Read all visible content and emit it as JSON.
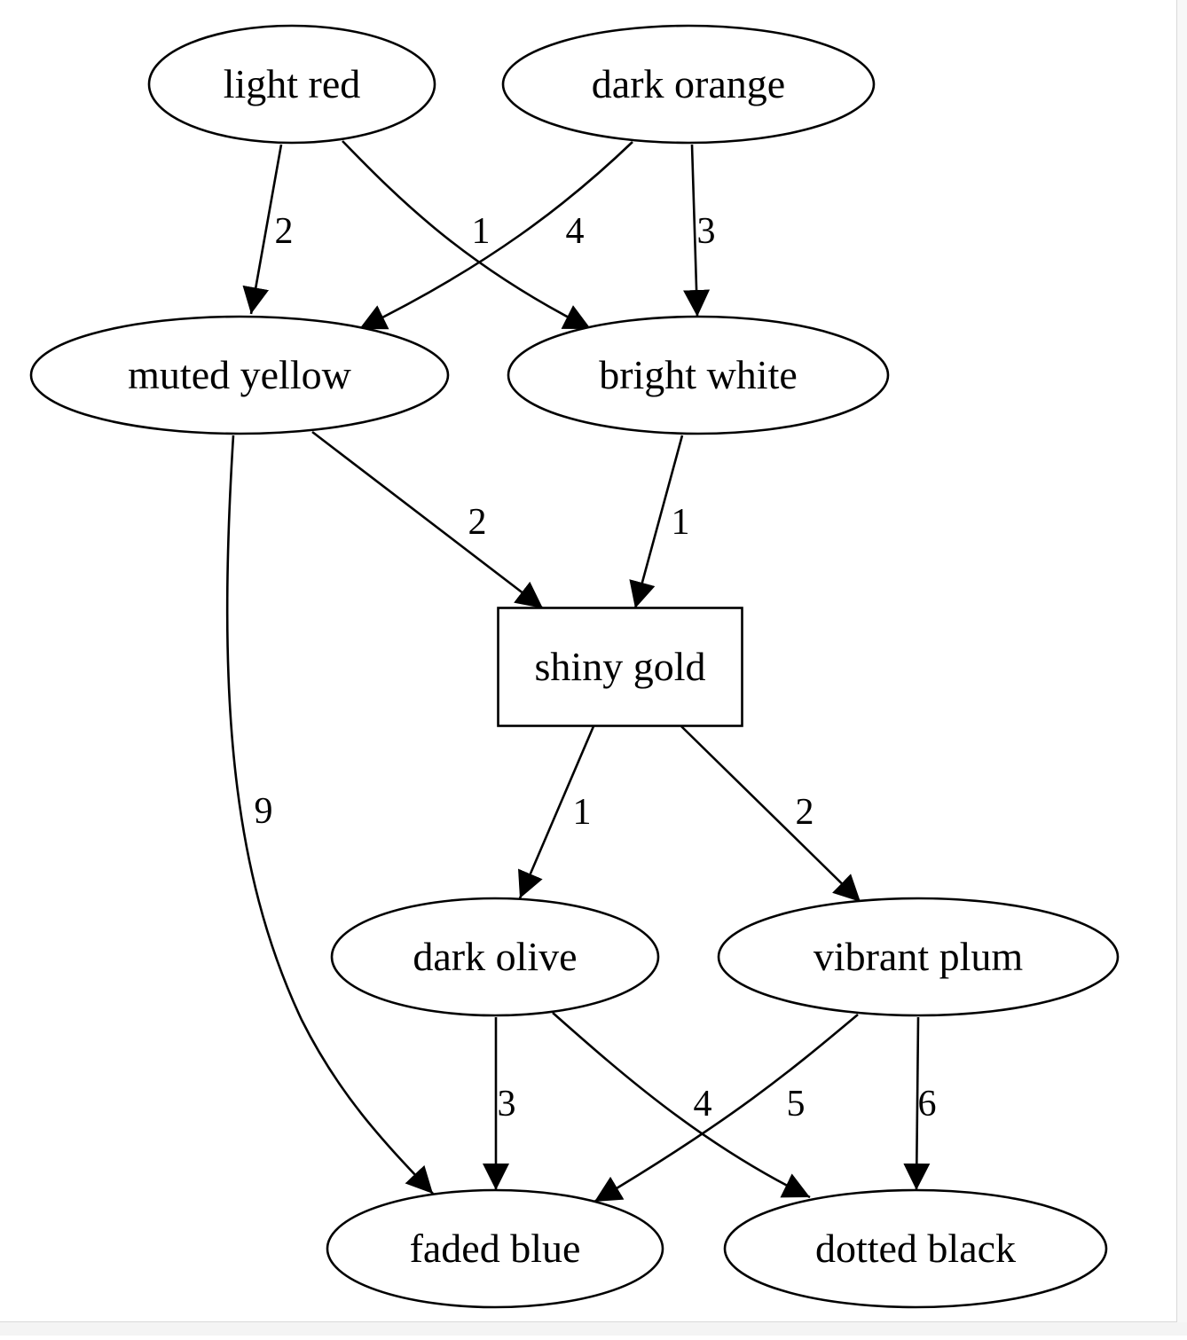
{
  "colors": {
    "stroke": "#000000",
    "background": "#ffffff"
  },
  "nodes": [
    {
      "id": "light_red",
      "label": "light red",
      "shape": "ellipse"
    },
    {
      "id": "dark_orange",
      "label": "dark orange",
      "shape": "ellipse"
    },
    {
      "id": "muted_yellow",
      "label": "muted yellow",
      "shape": "ellipse"
    },
    {
      "id": "bright_white",
      "label": "bright white",
      "shape": "ellipse"
    },
    {
      "id": "shiny_gold",
      "label": "shiny gold",
      "shape": "box"
    },
    {
      "id": "dark_olive",
      "label": "dark olive",
      "shape": "ellipse"
    },
    {
      "id": "vibrant_plum",
      "label": "vibrant plum",
      "shape": "ellipse"
    },
    {
      "id": "faded_blue",
      "label": "faded blue",
      "shape": "ellipse"
    },
    {
      "id": "dotted_black",
      "label": "dotted black",
      "shape": "ellipse"
    }
  ],
  "edges": [
    {
      "from": "light_red",
      "to": "muted_yellow",
      "label": "2"
    },
    {
      "from": "light_red",
      "to": "bright_white",
      "label": "1"
    },
    {
      "from": "dark_orange",
      "to": "muted_yellow",
      "label": "4"
    },
    {
      "from": "dark_orange",
      "to": "bright_white",
      "label": "3"
    },
    {
      "from": "muted_yellow",
      "to": "shiny_gold",
      "label": "2"
    },
    {
      "from": "bright_white",
      "to": "shiny_gold",
      "label": "1"
    },
    {
      "from": "muted_yellow",
      "to": "faded_blue",
      "label": "9"
    },
    {
      "from": "shiny_gold",
      "to": "dark_olive",
      "label": "1"
    },
    {
      "from": "shiny_gold",
      "to": "vibrant_plum",
      "label": "2"
    },
    {
      "from": "dark_olive",
      "to": "faded_blue",
      "label": "3"
    },
    {
      "from": "dark_olive",
      "to": "dotted_black",
      "label": "4"
    },
    {
      "from": "vibrant_plum",
      "to": "faded_blue",
      "label": "5"
    },
    {
      "from": "vibrant_plum",
      "to": "dotted_black",
      "label": "6"
    }
  ]
}
